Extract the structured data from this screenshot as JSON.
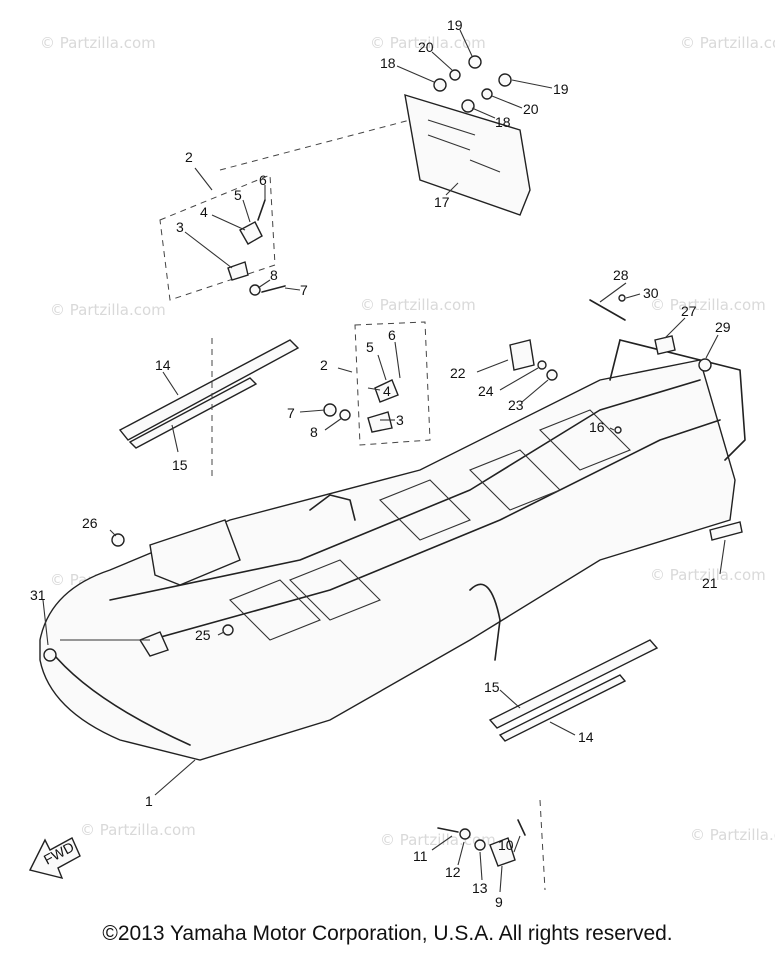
{
  "watermark": "© Partzilla.com",
  "fwd_label": "FWD",
  "callouts": {
    "c1": "1",
    "c2a": "2",
    "c2b": "2",
    "c3a": "3",
    "c3b": "3",
    "c4a": "4",
    "c4b": "4",
    "c5a": "5",
    "c5b": "5",
    "c6a": "6",
    "c6b": "6",
    "c7a": "7",
    "c7b": "7",
    "c8a": "8",
    "c8b": "8",
    "c9": "9",
    "c10": "10",
    "c11": "11",
    "c12": "12",
    "c13": "13",
    "c14a": "14",
    "c14b": "14",
    "c15a": "15",
    "c15b": "15",
    "c16": "16",
    "c17": "17",
    "c18a": "18",
    "c18b": "18",
    "c19a": "19",
    "c19b": "19",
    "c20a": "20",
    "c20b": "20",
    "c21": "21",
    "c22": "22",
    "c23": "23",
    "c24": "24",
    "c25": "25",
    "c26": "26",
    "c27": "27",
    "c28": "28",
    "c29": "29",
    "c30": "30",
    "c31": "31"
  },
  "copyright": "©2013  Yamaha Motor Corporation, U.S.A. All rights reserved."
}
